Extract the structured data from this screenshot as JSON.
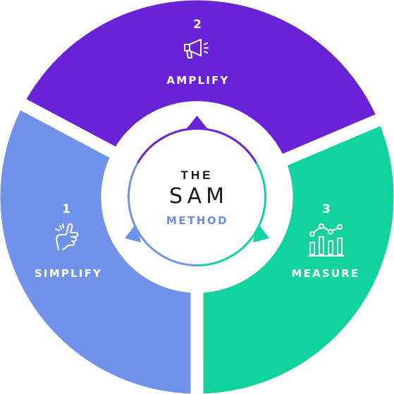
{
  "diagram": {
    "colors": {
      "simplify": "#7092EA",
      "amplify": "#6A22D6",
      "measure": "#12D39E",
      "text_dark": "#1A1A1A",
      "method": "#6D8CE8"
    },
    "segments": [
      {
        "id": "simplify",
        "number": "1",
        "label": "SIMPLIFY",
        "icon": "finger-snap-icon"
      },
      {
        "id": "amplify",
        "number": "2",
        "label": "AMPLIFY",
        "icon": "megaphone-icon"
      },
      {
        "id": "measure",
        "number": "3",
        "label": "MEASURE",
        "icon": "analytics-chart-icon"
      }
    ],
    "center": {
      "line1": "THE",
      "line2": "SAM",
      "line3": "METHOD"
    }
  }
}
